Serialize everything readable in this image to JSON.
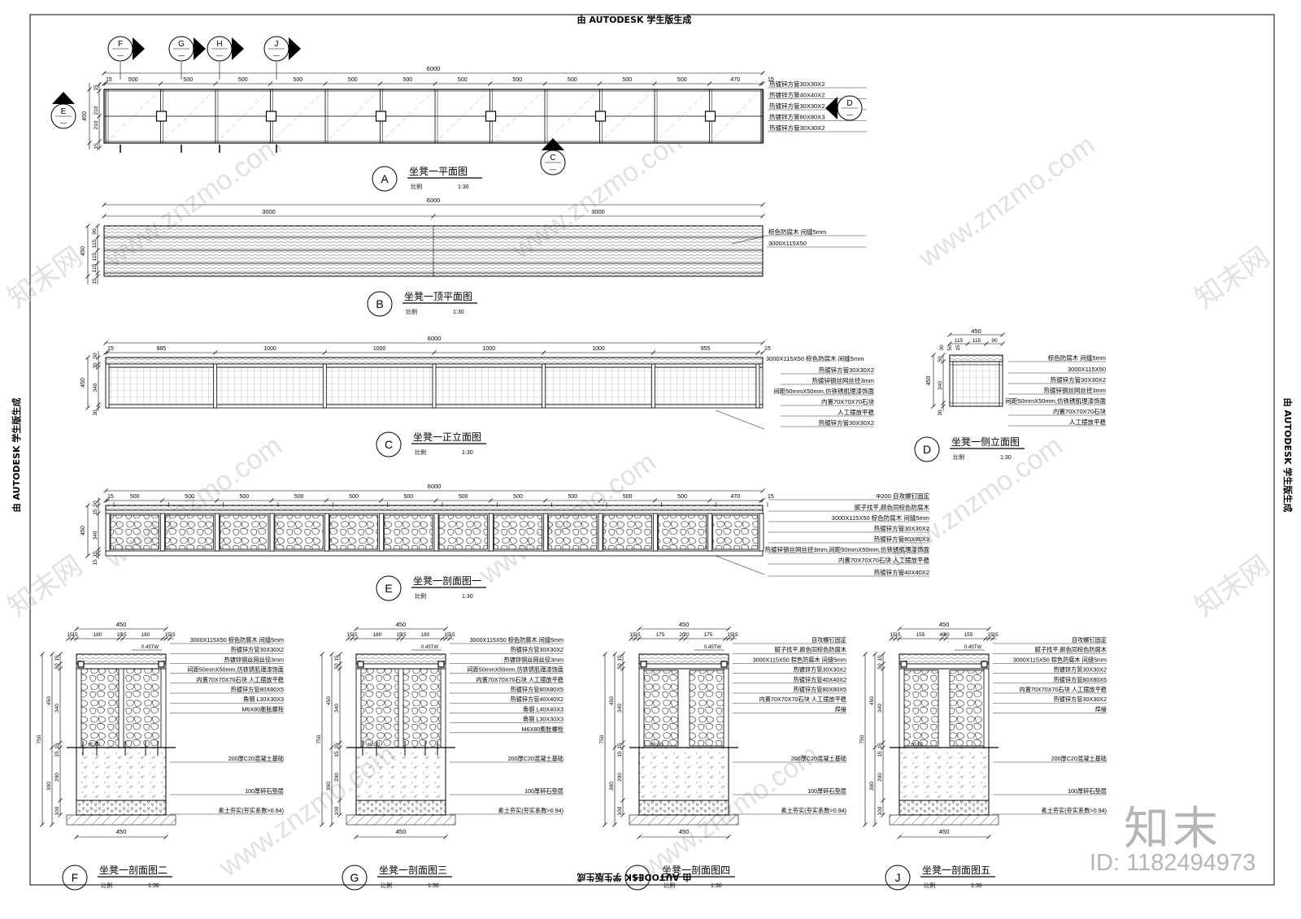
{
  "stamp": {
    "top": "由 AUTODESK 学生版生成",
    "side": "由 AUTODESK 学生版生成"
  },
  "watermark": {
    "url": "www.znzmo.com",
    "brand": "知末网",
    "logo": "知末",
    "id": "ID: 1182494973"
  },
  "plan_a": {
    "total": "6000",
    "spans": [
      "500",
      "500",
      "500",
      "500",
      "500",
      "500",
      "500",
      "500",
      "500",
      "500",
      "500",
      "470"
    ],
    "edge_left": "15",
    "edge_right": "15",
    "depth": "450",
    "depth_parts": [
      "15",
      "210",
      "210",
      "15"
    ],
    "notes": [
      "热镀锌方管30X30X2",
      "热镀锌方管40X40X2",
      "热镀锌方管30X30X2",
      "热镀锌方管80X80X3",
      "热镀锌方管30X30X2"
    ],
    "markers": [
      "F",
      "G",
      "H",
      "J",
      "E",
      "D",
      "C"
    ],
    "marker_dash": "—",
    "title": "坐凳一平面图",
    "letter": "A",
    "scale_label": "比例",
    "scale": "1:30"
  },
  "plan_b": {
    "total": "6000",
    "halves": [
      "3000",
      "3000"
    ],
    "depth": "450",
    "depth_parts": [
      "90",
      "115",
      "115",
      "115",
      "15"
    ],
    "notes": [
      "棕色防腐木 间缝5mm",
      "3000X115X50"
    ],
    "title": "坐凳一顶平面图",
    "letter": "B",
    "scale_label": "比例",
    "scale": "1:30"
  },
  "elev_c": {
    "total": "6000",
    "spans": [
      "985",
      "1000",
      "1000",
      "1000",
      "1000",
      "955"
    ],
    "edge_left": "15",
    "edge_right": "15",
    "depth": "450",
    "depth_parts": [
      "50",
      "30",
      "340",
      "30"
    ],
    "notes": [
      "3000X115X50 棕色防腐木 间缝5mm",
      "热镀锌方管30X30X2",
      "热镀锌钢丝网丝径3mm",
      "间距50mmX50mm,仿铁锈肌理漆饰面",
      "内置70X70X70石块",
      "人工摆放平稳",
      "热镀锌方管30X30X2"
    ],
    "title": "坐凳一正立面图",
    "letter": "C",
    "scale_label": "比例",
    "scale": "1:30"
  },
  "elev_d": {
    "width": "450",
    "width_parts": [
      "115",
      "115",
      "90"
    ],
    "side_parts": [
      "30",
      "50",
      "15"
    ],
    "depth": "450",
    "depth_parts": [
      "50",
      "340",
      "30"
    ],
    "notes": [
      "棕色防腐木 间缝5mm",
      "3000X115X50",
      "热镀锌方管30X30X2",
      "热镀锌钢丝网丝径3mm",
      "间距50mmX50mm,仿铁锈肌理漆饰面",
      "内置70X70X70石块",
      "人工摆放平稳"
    ],
    "title": "坐凳一侧立面图",
    "letter": "D",
    "scale_label": "比例",
    "scale": "1:30"
  },
  "sect_e": {
    "total": "6000",
    "spans": [
      "500",
      "500",
      "500",
      "500",
      "500",
      "500",
      "500",
      "500",
      "500",
      "500",
      "500",
      "470"
    ],
    "edge_left": "15",
    "edge_right": "15",
    "depth": "450",
    "depth_parts": [
      "50",
      "15",
      "340",
      "15",
      "15"
    ],
    "notes": [
      "Φ200 自攻螺钉固定",
      "腻子找平,颜色同棕色防腐木",
      "3000X115X50 棕色防腐木 间缝5mm",
      "热镀锌方管30X30X2",
      "热镀锌方管80X80X3",
      "热镀锌钢丝网丝径3mm,间距50mmX50mm,仿铁锈肌理漆饰面",
      "内置70X70X70石块 人工摆放平稳",
      "热镀锌方管40X40X2"
    ],
    "title": "坐凳一剖面图一",
    "letter": "E",
    "scale_label": "比例",
    "scale": "1:30"
  },
  "sections": [
    {
      "letter": "F",
      "title": "坐凳一剖面图二",
      "scale_label": "比例",
      "scale": "1:30",
      "top_width": "450",
      "top_parts": [
        "15",
        "15",
        "180",
        "15",
        "15",
        "180",
        "15",
        "15"
      ],
      "slope": "0.45TW",
      "level": "±0.00",
      "heights": [
        "15",
        "50",
        "340",
        "15",
        "15",
        "200",
        "100",
        "750",
        "450",
        "300"
      ],
      "bottom_width": "450",
      "notes": [
        "3000X115X50 棕色防腐木 间缝5mm",
        "热镀锌方管30X30X2",
        "热镀锌钢丝网丝径3mm",
        "间距50mmX50mm,仿铁锈肌理漆饰面",
        "内置70X70X70石块 人工摆放平稳",
        "热镀锌方管80X80X5",
        "角钢 L30X30X3",
        "M6X80膨胀螺栓",
        "200厚C20混凝土基础",
        "100厚碎石垫层",
        "素土夯实(夯实系数>0.94)"
      ]
    },
    {
      "letter": "G",
      "title": "坐凳一剖面图三",
      "scale_label": "比例",
      "scale": "1:30",
      "top_width": "450",
      "top_parts": [
        "15",
        "15",
        "180",
        "15",
        "15",
        "180",
        "15",
        "15"
      ],
      "slope": "0.45TW",
      "level": "±0.00",
      "heights": [
        "15",
        "50",
        "340",
        "15",
        "15",
        "200",
        "100",
        "750",
        "450",
        "300"
      ],
      "bottom_width": "450",
      "notes": [
        "3000X115X50 棕色防腐木 间缝5mm",
        "热镀锌方管30X30X2",
        "热镀锌钢丝网丝径3mm",
        "间距50mmX50mm,仿铁锈肌理漆饰面",
        "内置70X70X70石块 人工摆放平稳",
        "热镀锌方管80X80X5",
        "热镀锌方管40X40X2",
        "角钢 L40X40X3",
        "角钢 L30X30X3",
        "M6X80膨胀螺栓",
        "200厚C20混凝土基础",
        "100厚碎石垫层",
        "素土夯实(夯实系数>0.94)"
      ]
    },
    {
      "letter": "H",
      "title": "坐凳一剖面图四",
      "scale_label": "比例",
      "scale": "1:30",
      "top_width": "450",
      "top_parts": [
        "15",
        "15",
        "175",
        "20",
        "20",
        "175",
        "15",
        "15"
      ],
      "slope": "0.45TW",
      "level": "±0.00",
      "heights": [
        "15",
        "50",
        "340",
        "15",
        "15",
        "200",
        "100",
        "750",
        "450",
        "300"
      ],
      "bottom_width": "450",
      "notes": [
        "自攻螺钉固定",
        "腻子找平,颜色同棕色防腐木",
        "3000X115X50 棕色防腐木 间缝5mm",
        "热镀锌方管30X30X2",
        "热镀锌方管40X40X2",
        "热镀锌方管80X80X5",
        "内置70X70X70石块 人工摆放平稳",
        "焊接",
        "200厚C20混凝土基础",
        "100厚碎石垫层",
        "素土夯实(夯实系数>0.94)"
      ]
    },
    {
      "letter": "J",
      "title": "坐凳一剖面图五",
      "scale_label": "比例",
      "scale": "1:30",
      "top_width": "450",
      "top_parts": [
        "15",
        "15",
        "155",
        "40",
        "40",
        "155",
        "15",
        "15"
      ],
      "slope": "0.45TW",
      "level": "±0.00",
      "heights": [
        "15",
        "50",
        "340",
        "15",
        "15",
        "200",
        "100",
        "750",
        "450",
        "300"
      ],
      "bottom_width": "450",
      "notes": [
        "自攻螺钉固定",
        "腻子找平,颜色同棕色防腐木",
        "3000X115X50 棕色防腐木 间缝5mm",
        "热镀锌方管30X30X2",
        "热镀锌方管80X80X5",
        "内置70X70X70石块 人工摆放平稳",
        "热镀锌方管30X30X2",
        "焊接",
        "200厚C20混凝土基础",
        "100厚碎石垫层",
        "素土夯实(夯实系数>0.94)"
      ]
    }
  ]
}
